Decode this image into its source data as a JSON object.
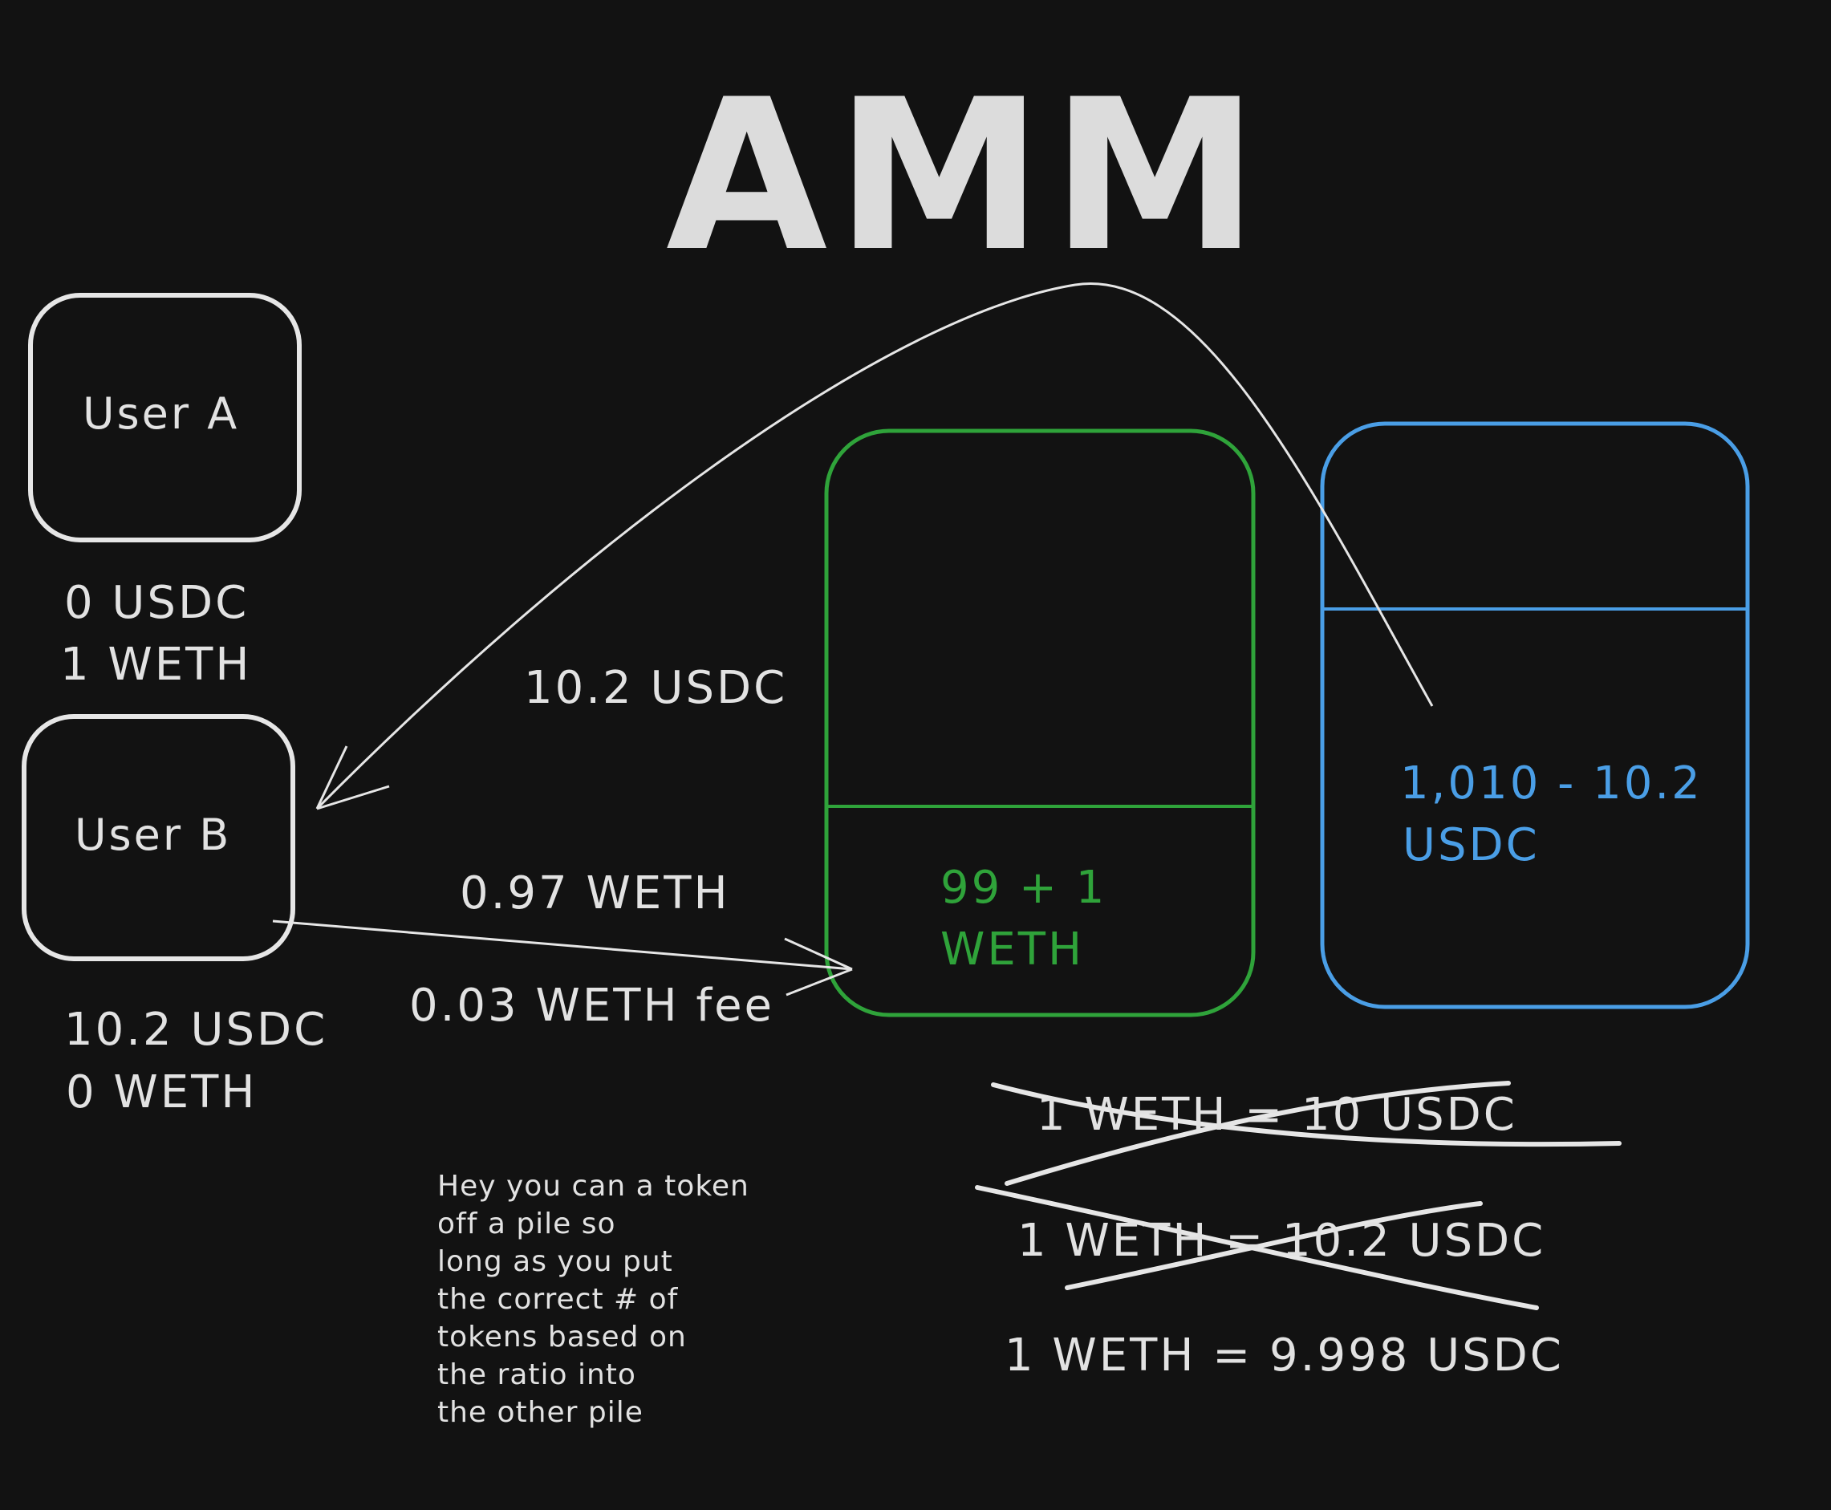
{
  "title": "AMM",
  "user_a": {
    "label": "User A",
    "balance_usdc": "0 USDC",
    "balance_weth": "1 WETH"
  },
  "user_b": {
    "label": "User B",
    "balance_usdc": "10.2 USDC",
    "balance_weth": "0 WETH"
  },
  "arrows": {
    "usdc_out": "10.2 USDC",
    "weth_in": "0.97 WETH",
    "fee": "0.03 WETH fee"
  },
  "weth_pool": {
    "line1": "99 + 1",
    "line2": "WETH",
    "color": "#2fa33a"
  },
  "usdc_pool": {
    "line1": "1,010 - 10.2",
    "line2": "USDC",
    "color": "#4a9ee6"
  },
  "prices": {
    "old_1": "1 WETH = 10 USDC",
    "old_2": "1 WETH = 10.2 USDC",
    "current": "1 WETH = 9.998 USDC"
  },
  "note": [
    "Hey you can a token",
    "off a pile so",
    "long as you put",
    "the correct # of",
    "tokens based on",
    "the ratio into",
    "the other pile"
  ]
}
